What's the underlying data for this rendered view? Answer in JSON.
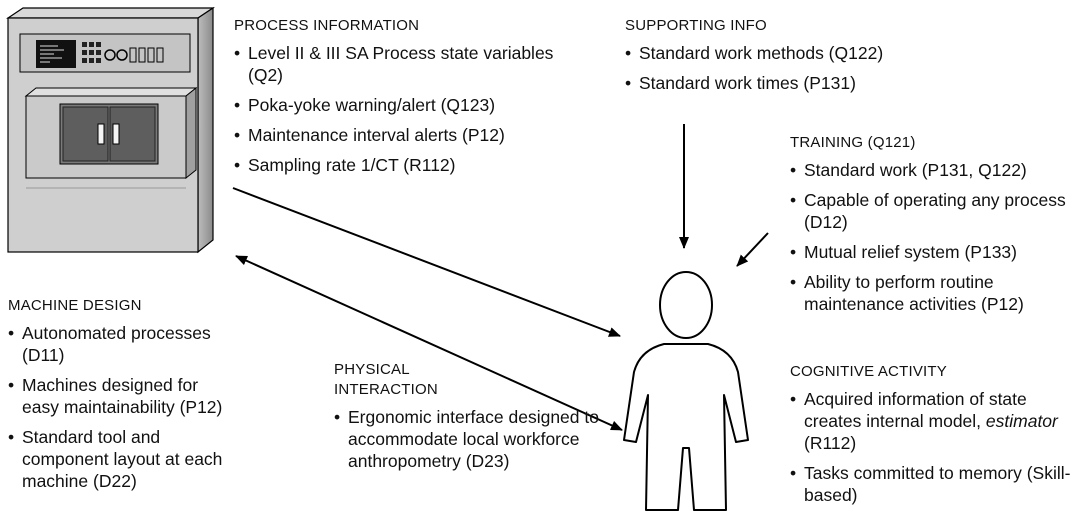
{
  "process_info": {
    "heading": "PROCESS INFORMATION",
    "items": [
      "Level II & III SA Process state variables (Q2)",
      "Poka-yoke warning/alert (Q123)",
      "Maintenance interval alerts (P12)",
      "Sampling rate 1/CT (R112)"
    ]
  },
  "supporting_info": {
    "heading": "SUPPORTING INFO",
    "items": [
      "Standard work methods (Q122)",
      "Standard work times (P131)"
    ]
  },
  "training": {
    "heading": "TRAINING (Q121)",
    "items": [
      "Standard work (P131, Q122)",
      "Capable of operating any process (D12)",
      "Mutual relief system (P133)",
      "Ability to perform routine maintenance activities (P12)"
    ]
  },
  "machine_design": {
    "heading": "MACHINE DESIGN",
    "items": [
      "Autonomated processes (D11)",
      "Machines designed for easy maintainability (P12)",
      "Standard tool and component layout at each machine (D22)"
    ]
  },
  "physical_interaction": {
    "heading": "PHYSICAL INTERACTION",
    "items": [
      "Ergonomic interface designed to accommodate local workforce anthropometry (D23)"
    ]
  },
  "cognitive_activity": {
    "heading": "COGNITIVE ACTIVITY",
    "items": [
      "Acquired information of state creates internal model, estimator (R112)",
      "Tasks committed to memory (Skill-based)"
    ]
  }
}
